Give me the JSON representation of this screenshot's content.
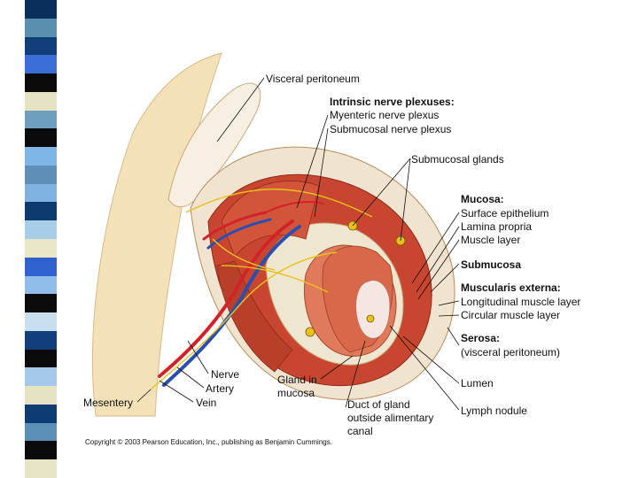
{
  "strip_colors": [
    "#0b2f5c",
    "#5a8fb0",
    "#113e78",
    "#3a6fd8",
    "#0a0a0a",
    "#e6e4c0",
    "#6f9fc0",
    "#0a0a0a",
    "#7fb4e6",
    "#5f8fb5",
    "#7fb2df",
    "#0c3a6e",
    "#a8cde8",
    "#e9e7c5",
    "#2e62cf",
    "#8fbce8",
    "#0a0a0a",
    "#c8dff0",
    "#123f7a",
    "#0a0a0a",
    "#a5c9ea",
    "#e6e4c0",
    "#0d3b73",
    "#5c8fb4",
    "#0a0a0a",
    "#e7e5c2"
  ],
  "colors": {
    "muscle": "#c8462f",
    "muscle_light": "#e07a5a",
    "submucosa": "#efe6d0",
    "mesentery": "#f3e2b8",
    "artery": "#d3222a",
    "vein": "#2a4fb0",
    "nerve": "#e8c21a",
    "lumen": "#f4e6e0"
  },
  "labels": {
    "visceral_peritoneum": "Visceral peritoneum",
    "intrinsic_title": "Intrinsic nerve plexuses:",
    "myenteric": "Myenteric nerve plexus",
    "submucosal_plexus": "Submucosal nerve plexus",
    "submucosal_glands": "Submucosal glands",
    "mucosa_title": "Mucosa:",
    "surface_epithelium": "Surface epithelium",
    "lamina_propria": "Lamina propria",
    "muscle_layer": "Muscle layer",
    "submucosa": "Submucosa",
    "muscularis_title": "Muscularis externa:",
    "longitudinal": "Longitudinal muscle layer",
    "circular": "Circular muscle layer",
    "serosa_title": "Serosa:",
    "serosa_sub": "(visceral peritoneum)",
    "lumen": "Lumen",
    "lymph_nodule": "Lymph nodule",
    "duct_line1": "Duct of gland",
    "duct_line2": "outside alimentary",
    "duct_line3": "canal",
    "gland_line1": "Gland in",
    "gland_line2": "mucosa",
    "nerve": "Nerve",
    "artery": "Artery",
    "vein": "Vein",
    "mesentery": "Mesentery"
  },
  "copyright": "Copyright © 2003 Pearson Education, Inc., publishing as Benjamin Cummings."
}
